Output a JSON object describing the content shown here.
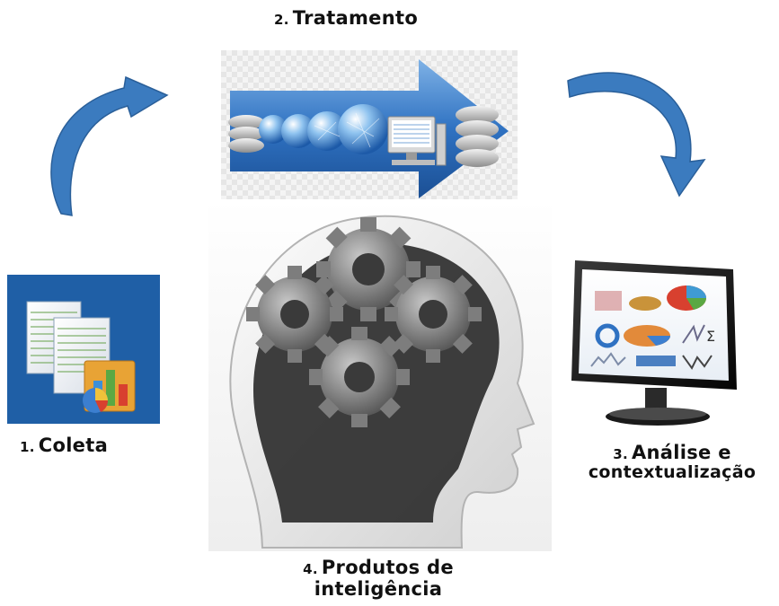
{
  "steps": [
    {
      "number": "2.",
      "title": "Tratamento"
    },
    {
      "number": "1.",
      "title": "Coleta"
    },
    {
      "number": "3.",
      "title_line1": "Análise e",
      "title_line2": "contextualização"
    },
    {
      "number": "4.",
      "title_line1": "Produtos de",
      "title_line2": "inteligência"
    }
  ],
  "colors": {
    "arrow": "#3b7bbf",
    "arrow_dark": "#2a5f99",
    "panel_blue": "#1f5fa6",
    "gear": "#7a7a7a",
    "head": "#e9e9e9"
  },
  "icons": [
    "spreadsheet-chart-icon",
    "database-arrow-icon",
    "monitor-charts-icon",
    "head-gears-icon",
    "cycle-arrow-icon"
  ]
}
